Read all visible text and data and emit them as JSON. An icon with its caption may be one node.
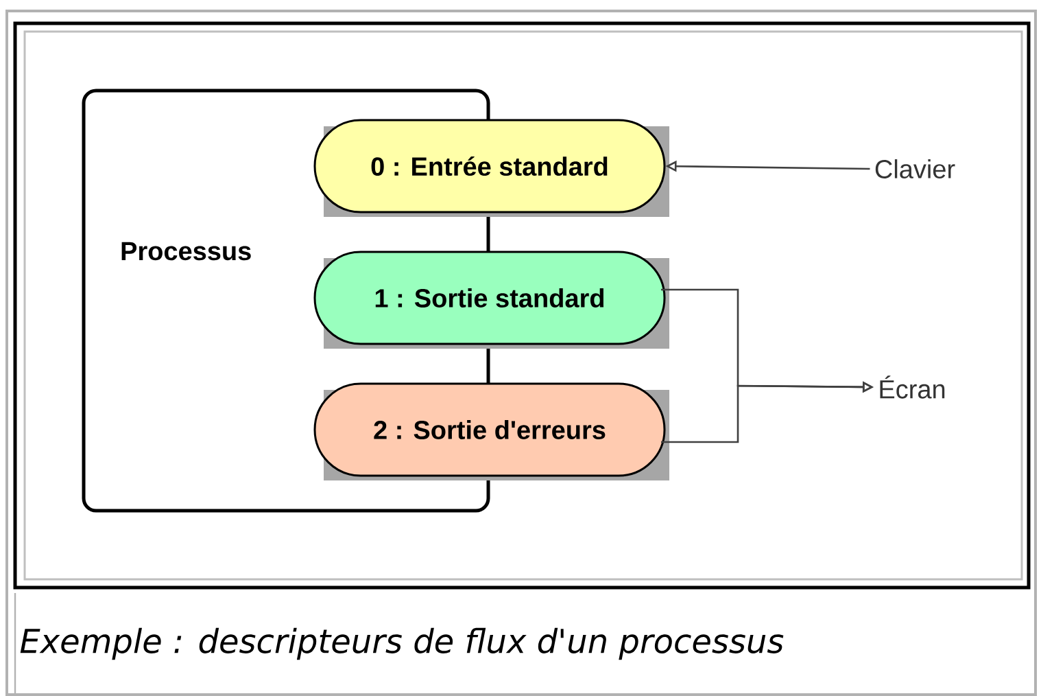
{
  "diagram": {
    "caption": "Exemple : descripteurs de flux d'un processus",
    "nodes": [
      {
        "text": [
          "Processus"
        ]
      },
      {
        "text": [
          "0 : Entrée standard"
        ]
      },
      {
        "text": [
          "1 : Sortie standard"
        ]
      },
      {
        "text": [
          "2 : Sortie d'erreurs"
        ]
      },
      {
        "text": [
          "Clavier"
        ]
      },
      {
        "text": [
          "Écran"
        ]
      }
    ],
    "edges": [
      {
        "from": 4,
        "to": 1,
        "arrow": "to"
      },
      {
        "from": 2,
        "to": 5,
        "arrow": "to"
      },
      {
        "from": 3,
        "to": 5,
        "arrow": "to"
      }
    ]
  }
}
